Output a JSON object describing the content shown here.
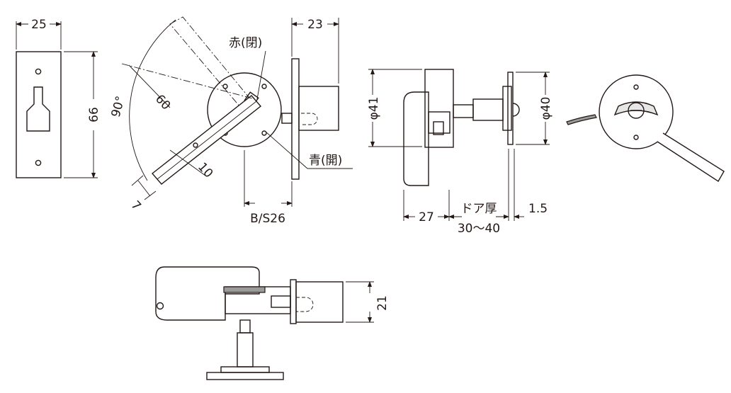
{
  "labels": {
    "w25": "25",
    "h66": "66",
    "w23": "23",
    "red_open": "赤(閉)",
    "blue_open": "青(開)",
    "angle90": "90°",
    "len60": "60",
    "len10": "10",
    "len7": "7",
    "backset": "B/S26",
    "dia41": "φ41",
    "dia40": "φ40",
    "d27": "27",
    "door_thickness": "ドア厚",
    "door_range": "30〜40",
    "d15": "1.5",
    "h21": "21"
  },
  "colors": {
    "line": "#231815",
    "knob_fill": "#e6e6e6",
    "dark_fill": "#9a9a9a"
  }
}
